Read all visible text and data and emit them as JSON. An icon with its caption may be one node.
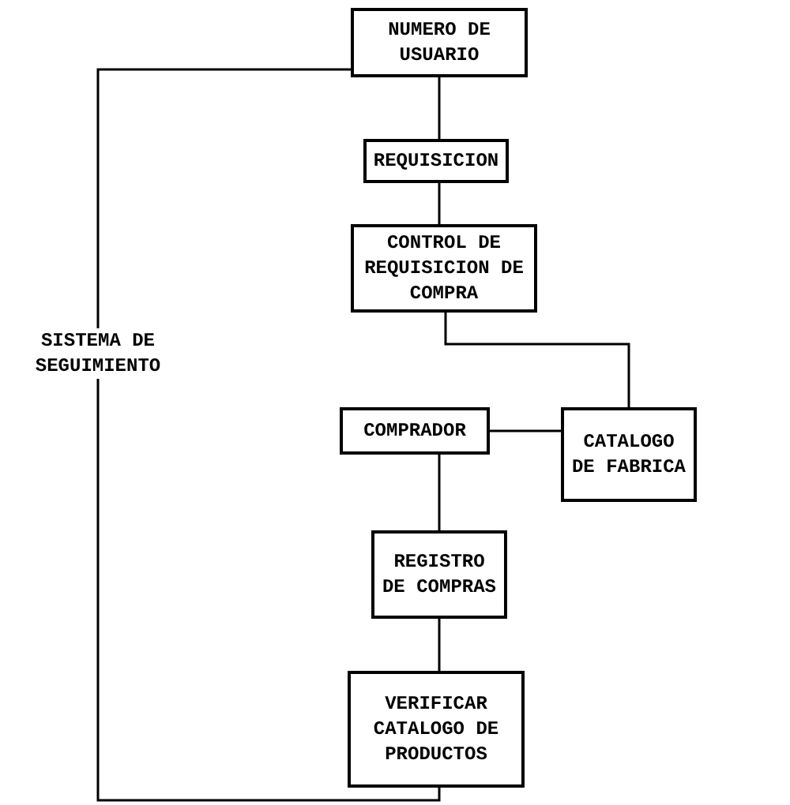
{
  "diagram": {
    "nodes": [
      {
        "text": [
          "NUMERO DE USUARIO"
        ]
      },
      {
        "text": [
          "REQUISICION"
        ]
      },
      {
        "text": [
          "CONTROL DE REQUISICION DE COMPRA"
        ]
      },
      {
        "text": [
          "COMPRADOR"
        ]
      },
      {
        "text": [
          "CATALOGO DE FABRICA"
        ]
      },
      {
        "text": [
          "REGISTRO DE COMPRAS"
        ]
      },
      {
        "text": [
          "VERIFICAR CATALOGO DE PRODUCTOS"
        ]
      }
    ],
    "edges": [
      {
        "from": 0,
        "to": 1,
        "arrow": "none"
      },
      {
        "from": 1,
        "to": 2,
        "arrow": "none"
      },
      {
        "from": 2,
        "to": 4,
        "arrow": "none"
      },
      {
        "from": 3,
        "to": 4,
        "arrow": "none"
      },
      {
        "from": 3,
        "to": 5,
        "arrow": "none"
      },
      {
        "from": 5,
        "to": 6,
        "arrow": "none"
      },
      {
        "from": 6,
        "to": 0,
        "arrow": "none",
        "label": "SISTEMA DE SEGUIMIENTO"
      }
    ]
  }
}
